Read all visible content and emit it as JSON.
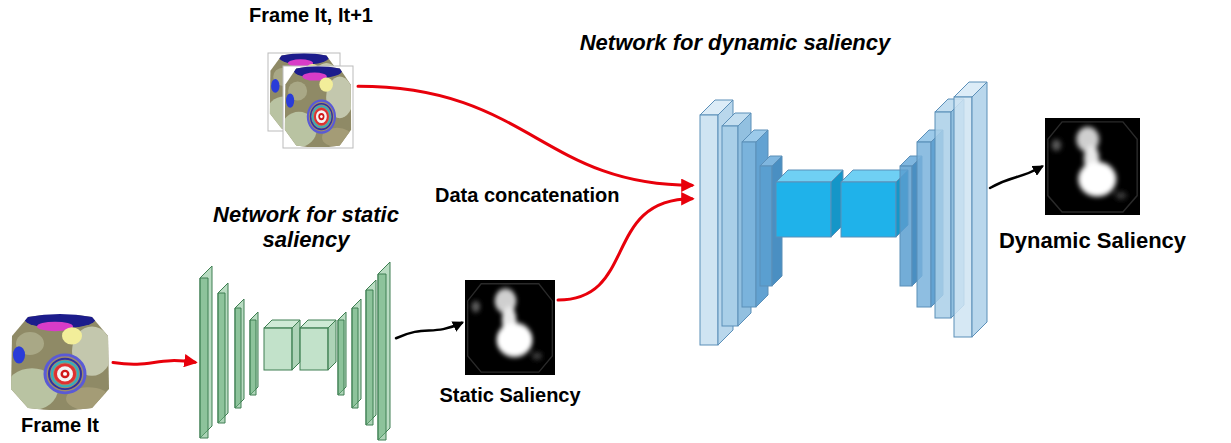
{
  "diagram": {
    "nodes": [
      {
        "text": [
          "Frame It, It+1"
        ]
      },
      {
        "text": [
          "Frame It"
        ]
      },
      {
        "text": [
          "Network for static saliency"
        ]
      },
      {
        "text": [
          "Static Saliency"
        ]
      },
      {
        "text": [
          "Network for dynamic saliency"
        ]
      },
      {
        "text": [
          "Dynamic Saliency"
        ]
      }
    ],
    "edges": [
      {
        "from": 1,
        "to": 2,
        "arrow": "to"
      },
      {
        "from": 2,
        "to": 3,
        "arrow": "to"
      },
      {
        "from": 0,
        "to": 4,
        "arrow": "to"
      },
      {
        "from": 3,
        "to": 4,
        "arrow": "to"
      },
      {
        "from": 4,
        "to": 5,
        "arrow": "to"
      }
    ],
    "labels": [
      "Data concatenation"
    ]
  }
}
